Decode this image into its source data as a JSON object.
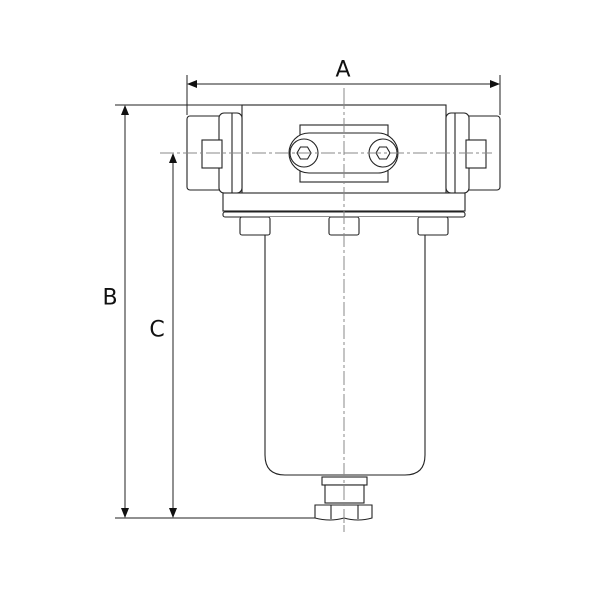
{
  "labels": {
    "a": "A",
    "b": "B",
    "c": "C"
  },
  "colors": {
    "line": "#222222",
    "centerline": "#888888"
  }
}
